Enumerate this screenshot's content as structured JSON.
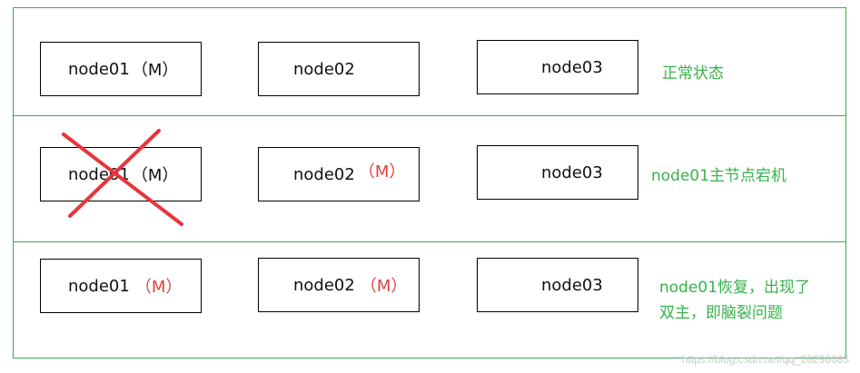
{
  "rows": [
    {
      "nodes": [
        {
          "name": "node01",
          "mark": "（M）",
          "mark_color": "black"
        },
        {
          "name": "node02",
          "mark": "",
          "mark_color": ""
        },
        {
          "name": "node03",
          "mark": "",
          "mark_color": ""
        }
      ],
      "note": [
        "正常状态"
      ]
    },
    {
      "nodes": [
        {
          "name": "node01",
          "mark": "（M）",
          "mark_color": "black",
          "crossed": true
        },
        {
          "name": "node02",
          "mark": "（M）",
          "mark_color": "red"
        },
        {
          "name": "node03",
          "mark": "",
          "mark_color": ""
        }
      ],
      "note": [
        "node01主节点宕机"
      ]
    },
    {
      "nodes": [
        {
          "name": "node01",
          "mark": "（M）",
          "mark_color": "red"
        },
        {
          "name": "node02",
          "mark": "（M）",
          "mark_color": "red"
        },
        {
          "name": "node03",
          "mark": "",
          "mark_color": ""
        }
      ],
      "note": [
        "node01恢复，出现了",
        "双主，即脑裂问题"
      ]
    }
  ],
  "colors": {
    "frame": "#3daa4f",
    "note": "#36b34a",
    "master_red": "#e0413f",
    "cross": "#e8343a"
  },
  "watermark": "https://blog.csdn.net/qq_26296085"
}
